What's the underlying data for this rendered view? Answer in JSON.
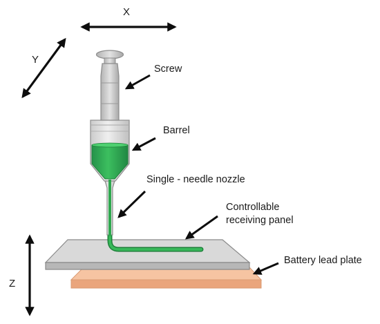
{
  "axes": {
    "x": "X",
    "y": "Y",
    "z": "Z"
  },
  "labels": {
    "screw": "Screw",
    "barrel": "Barrel",
    "nozzle": "Single - needle nozzle",
    "panel_line1": "Controllable",
    "panel_line2": "receiving panel",
    "plate": "Battery lead plate"
  },
  "colors": {
    "ink": "#0d0d0d",
    "syringe_body": "#d5d5d5",
    "syringe_outline": "#8c8c8c",
    "ink_green": "#2ea84f",
    "ink_green_dark": "#1d7f39",
    "panel": "#d9d9d9",
    "lead_plate": "#f6c4a2"
  }
}
